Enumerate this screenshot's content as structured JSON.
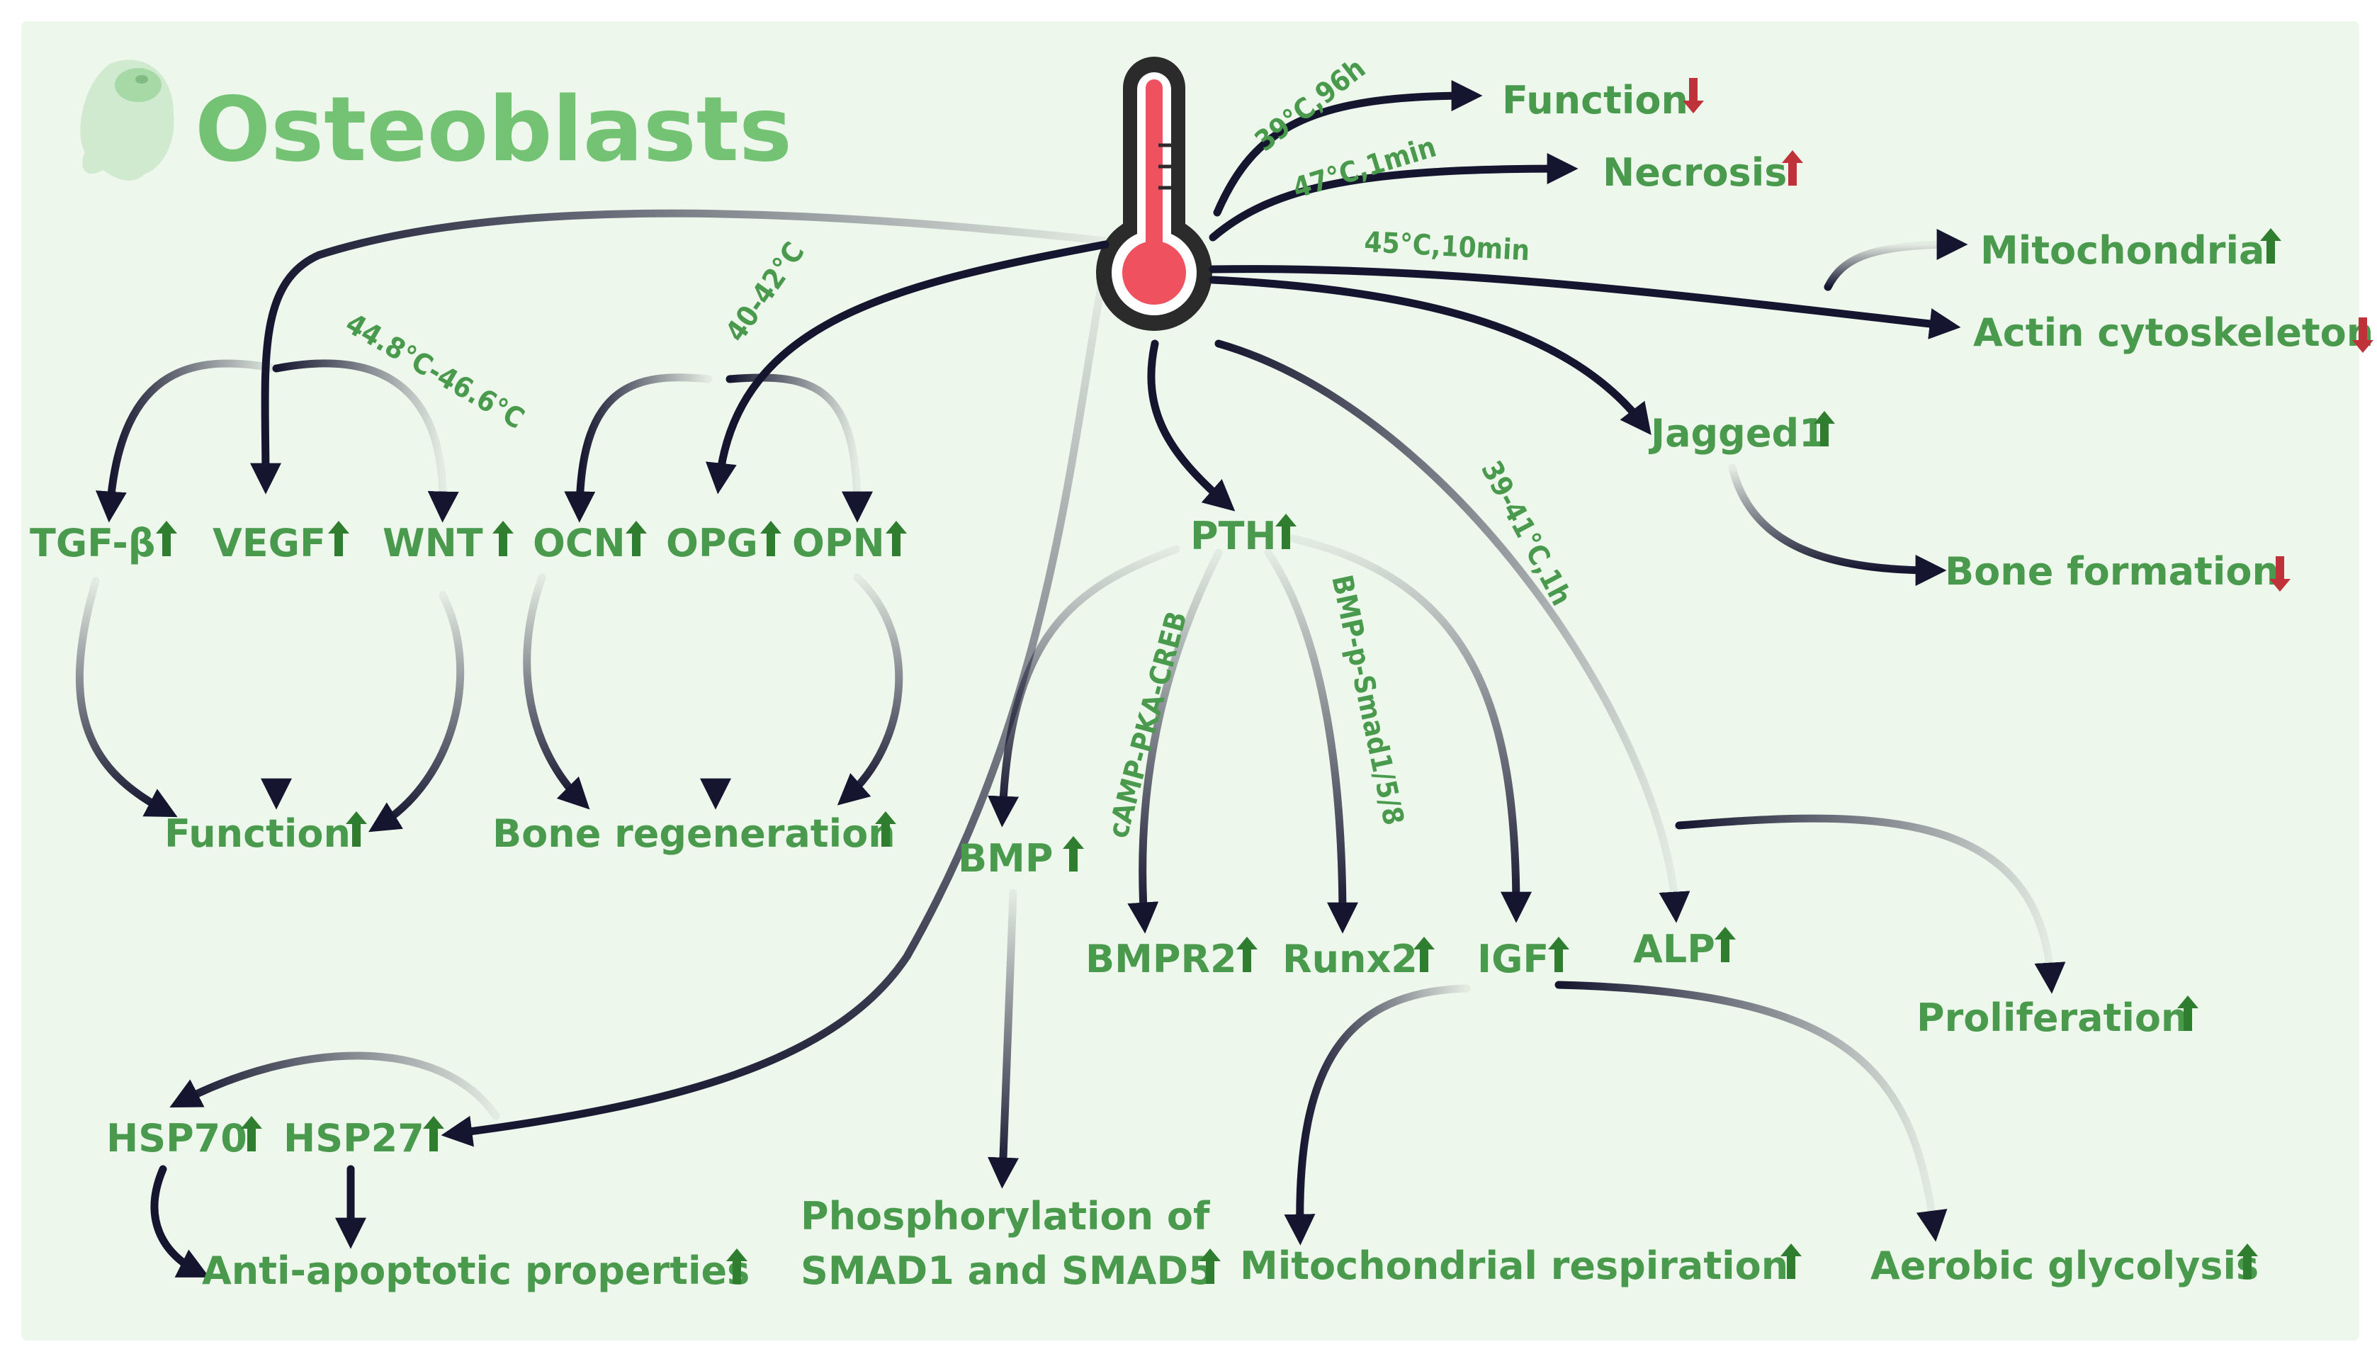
{
  "title": "Osteoblasts",
  "colors": {
    "background": "#eef7ec",
    "node_text": "#4a9a4e",
    "title_text": "#74c274",
    "arrow": "#15152f",
    "up_arrow": "#2f7d2f",
    "down_arrow": "#c0323a",
    "thermometer_bulb": "#f0515e"
  },
  "icons": {
    "cell": "osteoblast-cell-icon",
    "thermometer": "thermometer-icon",
    "up": "upward-arrow",
    "down": "downward-arrow"
  },
  "nodes": {
    "function_top": "Function",
    "necrosis": "Necrosis",
    "mitochondria": "Mitochondria",
    "actin": "Actin cytoskeleton",
    "jagged1": "Jagged1",
    "bone_formation": "Bone formation",
    "tgfb": "TGF-β",
    "vegf": "VEGF",
    "wnt": "WNT",
    "ocn": "OCN",
    "opg": "OPG",
    "opn": "OPN",
    "pth": "PTH",
    "function_left": "Function",
    "bone_regen": "Bone regeneration",
    "bmp": "BMP",
    "bmpr2": "BMPR2",
    "runx2": "Runx2",
    "igf": "IGF",
    "alp": "ALP",
    "proliferation": "Proliferation",
    "hsp70": "HSP70",
    "hsp27": "HSP27",
    "anti_apoptotic": "Anti-apoptotic properties",
    "phospho_line1": "Phosphorylation of",
    "phospho_line2": "SMAD1 and SMAD5",
    "mito_resp": "Mitochondrial respiration",
    "aerobic": "Aerobic glycolysis"
  },
  "conditions": {
    "c39_96h": "39°C,96h",
    "c47_1min": "47°C,1min",
    "c45_10min": "45°C,10min",
    "c44_46": "44.8°C-46.6°C",
    "c40_42": "40-42°C",
    "c39_41_1h": "39-41°C,1h",
    "camp": "cAMP-PKA-CREB",
    "bmp_smad": "BMP-p-Smad1/5/8"
  }
}
